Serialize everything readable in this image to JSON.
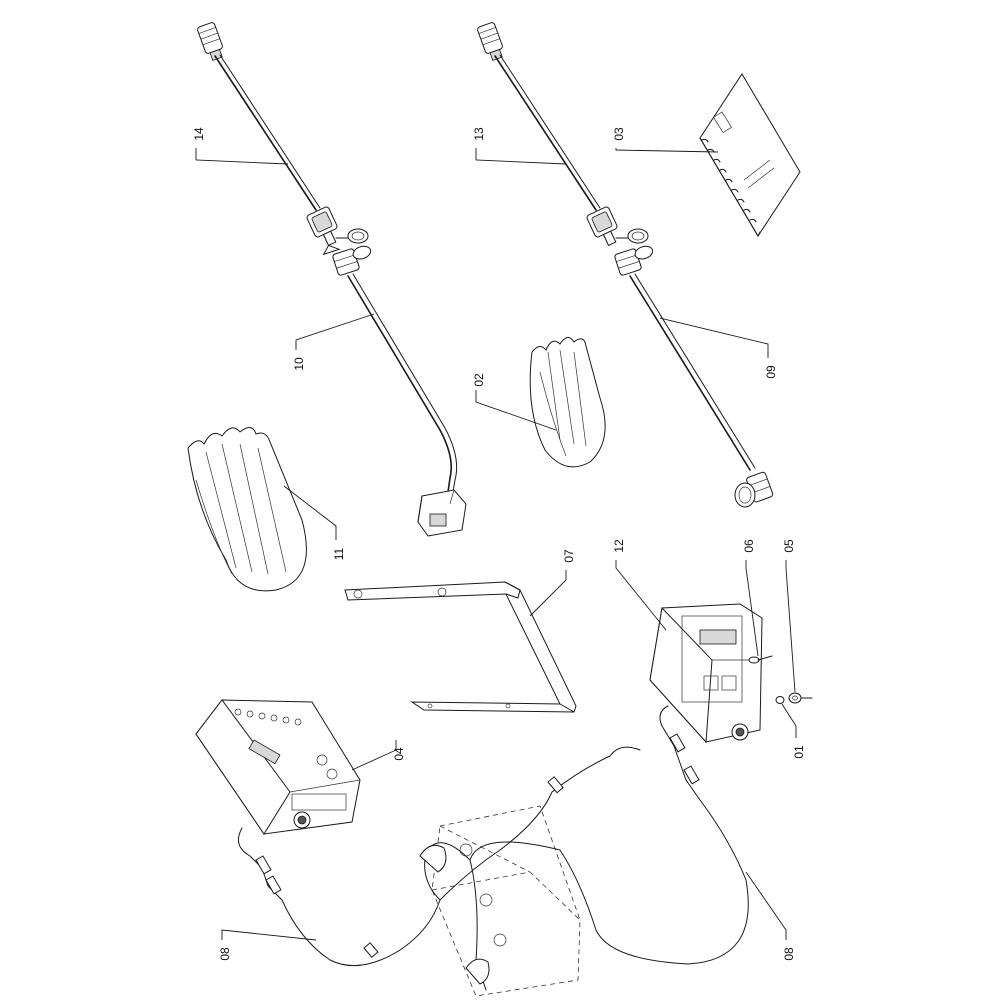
{
  "callouts": {
    "c01": "01",
    "c02": "02",
    "c03": "03",
    "c04": "04",
    "c05": "05",
    "c06": "06",
    "c07": "07",
    "c08a": "08",
    "c08b": "08",
    "c09": "09",
    "c10": "10",
    "c11": "11",
    "c12": "12",
    "c13": "13",
    "c14": "14"
  }
}
